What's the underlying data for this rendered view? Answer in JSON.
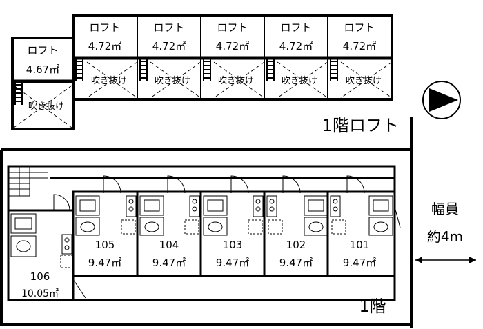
{
  "loft_level": {
    "title": "1階ロフト",
    "void_label": "吹き抜け",
    "lofts": [
      {
        "name": "ロフト",
        "area": "4.67㎡"
      },
      {
        "name": "ロフト",
        "area": "4.72㎡"
      },
      {
        "name": "ロフト",
        "area": "4.72㎡"
      },
      {
        "name": "ロフト",
        "area": "4.72㎡"
      },
      {
        "name": "ロフト",
        "area": "4.72㎡"
      },
      {
        "name": "ロフト",
        "area": "4.72㎡"
      }
    ]
  },
  "ground_level": {
    "title": "1階",
    "units": [
      {
        "number": "105",
        "area": "9.47㎡"
      },
      {
        "number": "104",
        "area": "9.47㎡"
      },
      {
        "number": "103",
        "area": "9.47㎡"
      },
      {
        "number": "102",
        "area": "9.47㎡"
      },
      {
        "number": "101",
        "area": "9.47㎡"
      },
      {
        "number": "106",
        "area": "10.05㎡"
      }
    ]
  },
  "road": {
    "label_line1": "幅員",
    "label_line2": "約4m"
  },
  "compass": {
    "icon": "north-arrow-icon",
    "direction": "right"
  }
}
